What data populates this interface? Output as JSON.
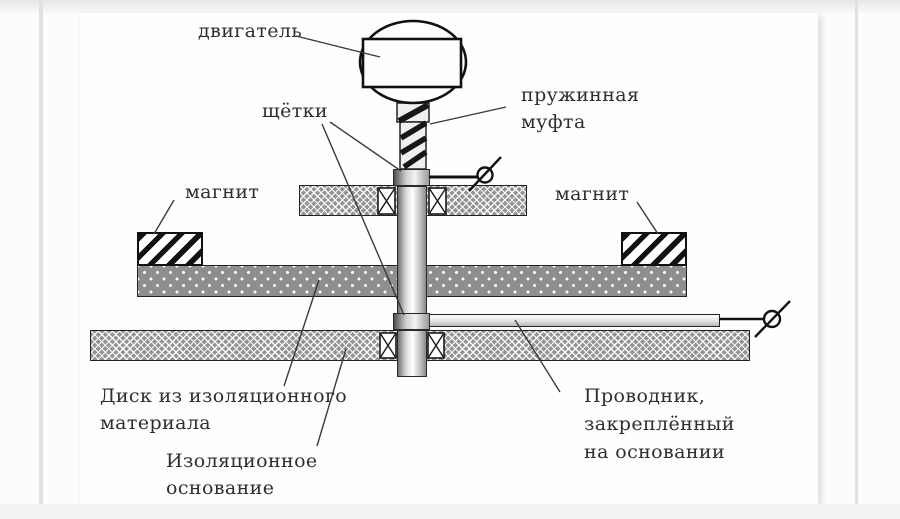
{
  "diagram": {
    "description": "Schematic of physics experiment: motor-driven shaft with brushes, magnets on an insulating disk, conductor fixed on an insulating base",
    "labels": {
      "motor": "двигатель",
      "brushes": "щётки",
      "spring_coupling": "пружинная\nмуфта",
      "magnet_left": "магнит",
      "magnet_right": "магнит",
      "insulating_disk": "Диск из изоляционного\nматериала",
      "insulating_base": "Изоляционное\nоснование",
      "conductor": "Проводник,\nзакреплённый\nна основании"
    },
    "icons": {
      "terminal_upper": "terminal-circle-slash-icon",
      "terminal_lower": "terminal-circle-slash-icon",
      "bearing_symbol": "x-box-bearing-icon"
    },
    "colors": {
      "ink": "#1a1a1a",
      "label_text": "#2e2e2e",
      "pattern_gray": "#949494",
      "disk_gray": "#8e8e8e",
      "panel_background": "#fefefe",
      "page_background": "#fcfcfc"
    }
  }
}
